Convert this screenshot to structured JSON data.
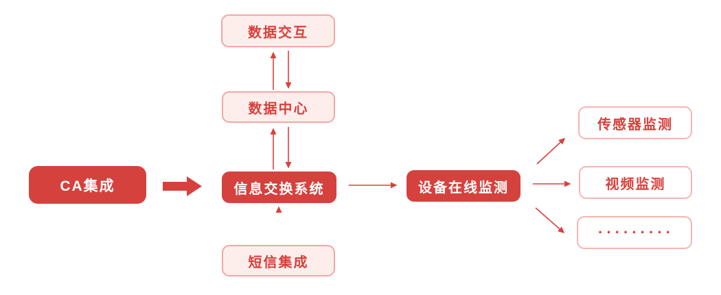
{
  "diagram": {
    "nodes": {
      "ca": {
        "label": "CA集成",
        "style": "solid-red"
      },
      "data_interaction": {
        "label": "数据交互",
        "style": "light-pink"
      },
      "data_center": {
        "label": "数据中心",
        "style": "light-pink"
      },
      "info_exchange": {
        "label": "信息交换系统",
        "style": "solid-red"
      },
      "sms": {
        "label": "短信集成",
        "style": "light-pink"
      },
      "device_monitor": {
        "label": "设备在线监测",
        "style": "solid-red"
      },
      "sensor_monitor": {
        "label": "传感器监测",
        "style": "white-outline"
      },
      "video_monitor": {
        "label": "视频监测",
        "style": "white-outline"
      },
      "more": {
        "label": "·········",
        "style": "white-outline"
      }
    },
    "connections": [
      {
        "from": "ca",
        "to": "info_exchange",
        "type": "block-arrow"
      },
      {
        "from": "data_interaction",
        "to": "data_center",
        "type": "double-arrow"
      },
      {
        "from": "data_center",
        "to": "info_exchange",
        "type": "double-arrow"
      },
      {
        "from": "sms",
        "to": "info_exchange",
        "type": "arrow-up"
      },
      {
        "from": "info_exchange",
        "to": "device_monitor",
        "type": "arrow-right"
      },
      {
        "from": "device_monitor",
        "to": "sensor_monitor",
        "type": "arrow-diagonal-up"
      },
      {
        "from": "device_monitor",
        "to": "video_monitor",
        "type": "arrow-right"
      },
      {
        "from": "device_monitor",
        "to": "more",
        "type": "arrow-diagonal-down"
      }
    ],
    "colors": {
      "solid_box_fill": "#d5423e",
      "solid_box_text": "#ffffff",
      "light_box_fill": "#fdeeec",
      "light_box_border": "#f2a7a2",
      "outline_box_fill": "#ffffff",
      "outline_box_border": "#f5b5b1",
      "box_text_red": "#d9403c",
      "arrow_red": "#d9413d",
      "arrow_light": "#f3bcb9"
    }
  }
}
